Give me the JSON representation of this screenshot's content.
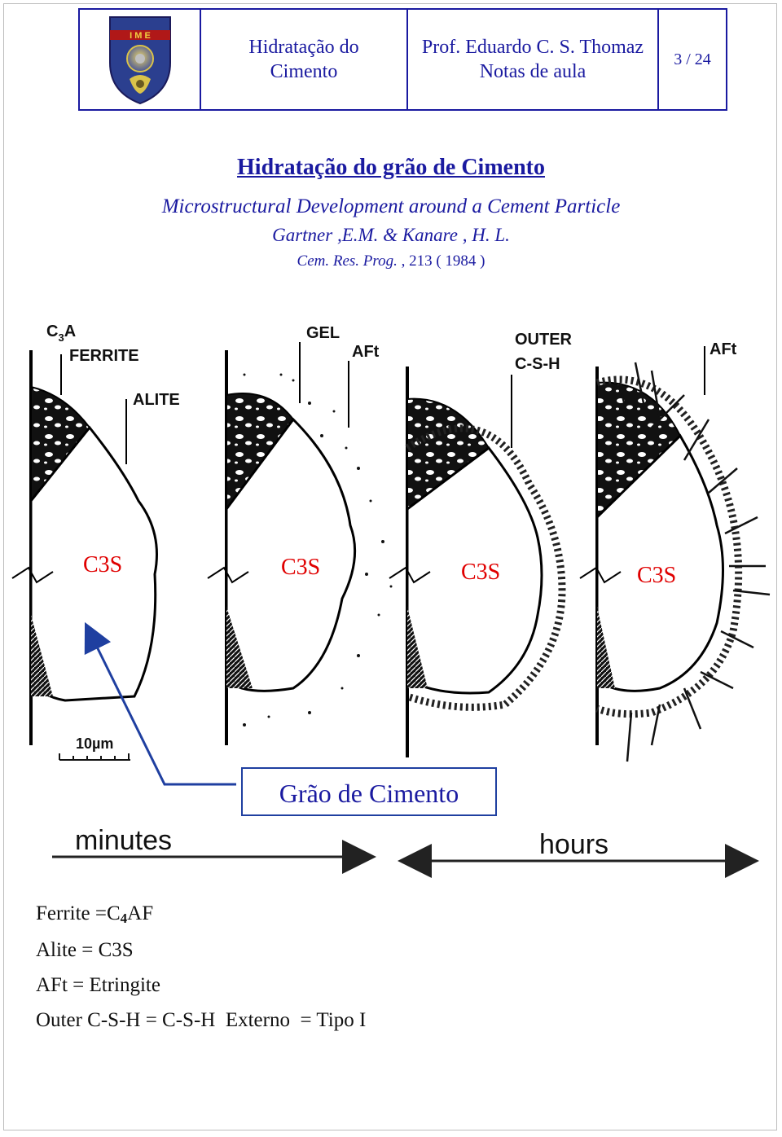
{
  "header": {
    "title_line1": "Hidratação do",
    "title_line2": "Cimento",
    "author": "Prof. Eduardo C. S. Thomaz",
    "notes": "Notas de aula",
    "page": "3 / 24",
    "logo_text": "I M E"
  },
  "doc": {
    "title": "Hidratação do grão de Cimento",
    "subtitle": "Microstructural Development around a Cement Particle",
    "authors": "Gartner ,E.M.    &    Kanare , H. L.",
    "ref_journal": "Cem. Res. Prog.",
    "ref_rest": " , 213  ( 1984 )"
  },
  "figure": {
    "labels": {
      "c3a_main": "C",
      "c3a_sub": "3",
      "c3a_end": "A",
      "ferrite": "FERRITE",
      "alite": "ALITE",
      "gel": "GEL",
      "aft1": "AFt",
      "outer": "OUTER",
      "csh": "C-S-H",
      "aft2": "AFt",
      "scale": "10µm",
      "minutes": "minutes",
      "hours": "hours"
    },
    "phase_labels": [
      "C3S",
      "C3S",
      "C3S",
      "C3S"
    ],
    "grain_label": "Grão de Cimento"
  },
  "legend": {
    "ferrite_pre": "Ferrite =C",
    "ferrite_sub": "4",
    "ferrite_post": "AF",
    "alite": "Alite = C3S",
    "aft": "AFt = Etringite",
    "outer": "Outer C-S-H = C-S-H  Externo  = Tipo I"
  },
  "colors": {
    "header_blue": "#1a1aa0",
    "label_red": "#e00000",
    "arrow_blue": "#1f3fa0"
  }
}
